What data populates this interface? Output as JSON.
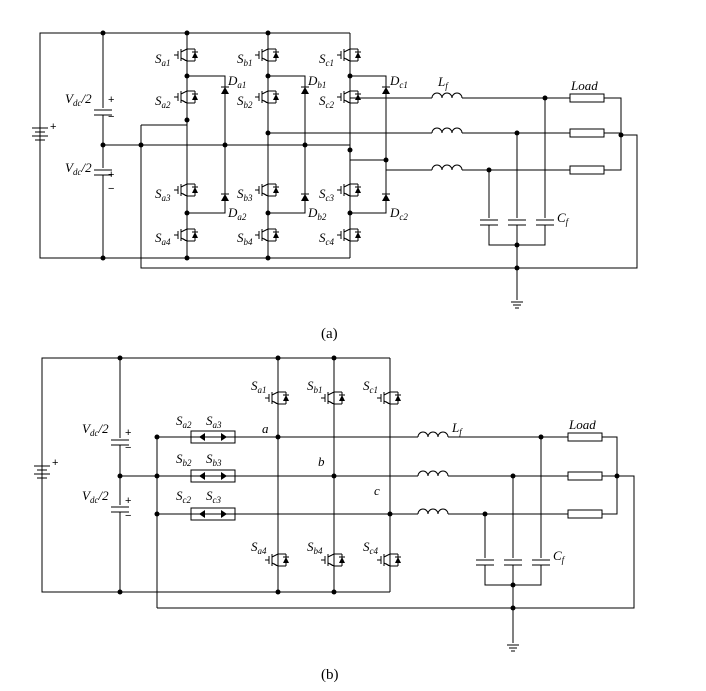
{
  "captions": {
    "a": "(a)",
    "b": "(b)"
  },
  "labels": {
    "vdc_main": "V",
    "vdc_sub": "dc",
    "vdc_frac": "/2",
    "lf_main": "L",
    "lf_sub": "f",
    "cf_main": "C",
    "cf_sub": "f",
    "load": "Load",
    "plus": "+",
    "minus": "−",
    "s": "S",
    "d": "D",
    "node_a": "a",
    "node_b": "b",
    "node_c": "c"
  },
  "switches_a": [
    "a1",
    "b1",
    "c1",
    "a2",
    "b2",
    "c2",
    "a3",
    "b3",
    "c3",
    "a4",
    "b4",
    "c4"
  ],
  "diodes_a": [
    "a1",
    "b1",
    "c1",
    "a2",
    "b2",
    "c2"
  ],
  "switches_b": [
    "a1",
    "b1",
    "c1",
    "a4",
    "b4",
    "c4"
  ],
  "bidir_b": [
    [
      "a2",
      "a3"
    ],
    [
      "b2",
      "b3"
    ],
    [
      "c2",
      "c3"
    ]
  ],
  "colors": {
    "wire": "#000000",
    "background": "#ffffff"
  }
}
